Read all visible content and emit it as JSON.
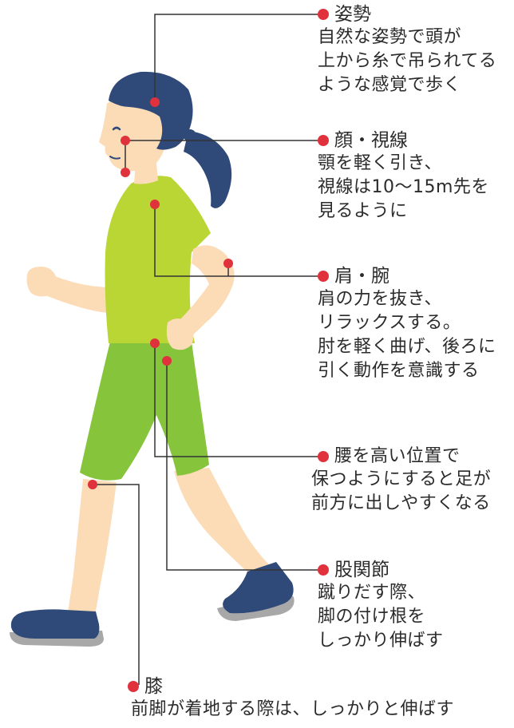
{
  "colors": {
    "skin": "#fcdcb6",
    "hair": "#2f4a78",
    "shirt": "#b9d634",
    "shorts": "#86c43c",
    "shoe": "#2f4a78",
    "shadow": "#a8a8a8",
    "marker": "#e0323c",
    "line": "#333333"
  },
  "callouts": {
    "posture": {
      "title": "姿勢",
      "lines": [
        "自然な姿勢で頭が",
        "上から糸で吊られてる",
        "ような感覚で歩く"
      ]
    },
    "face": {
      "title": "顔・視線",
      "lines": [
        "顎を軽く引き、",
        "視線は10〜15m先を",
        "見るように"
      ]
    },
    "shoulder": {
      "title": "肩・腕",
      "lines": [
        "肩の力を抜き、",
        "リラックスする。",
        "肘を軽く曲げ、後ろに",
        "引く動作を意識する"
      ]
    },
    "waist": {
      "title": "",
      "lines": [
        "腰を高い位置で",
        "保つようにすると足が",
        "前方に出しやすくなる"
      ]
    },
    "hip": {
      "title": "股関節",
      "lines": [
        "蹴りだす際、",
        "脚の付け根を",
        "しっかり伸ばす"
      ]
    },
    "knee": {
      "title": "膝",
      "lines": [
        "前脚が着地する際は、しっかりと伸ばす"
      ]
    }
  }
}
